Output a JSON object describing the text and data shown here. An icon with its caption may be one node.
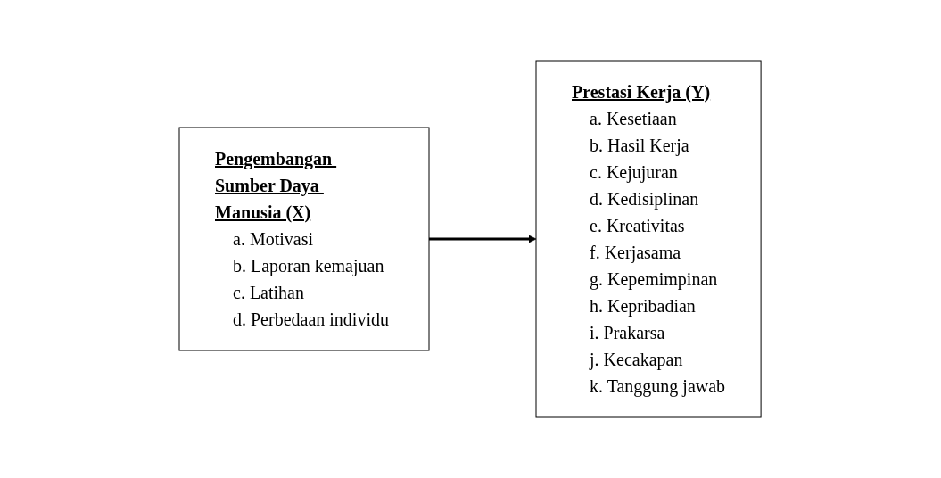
{
  "diagram": {
    "nodes": [
      {
        "text": [
          "Pengembangan Sumber Daya Manusia (X)",
          "a. Motivasi",
          "b. Laporan kemajuan",
          "c. Latihan",
          "d. Perbedaan individu"
        ]
      },
      {
        "text": [
          "Prestasi Kerja (Y)",
          "a. Kesetiaan",
          "b. Hasil Kerja",
          "c. Kejujuran",
          "d. Kedisiplinan",
          "e. Kreativitas",
          "f. Kerjasama",
          "g. Kepemimpinan",
          "h. Kepribadian",
          "i. Prakarsa",
          "j. Kecakapan",
          "k. Tanggung jawab"
        ]
      }
    ],
    "edges": [
      {
        "from": 0,
        "to": 1,
        "arrow": "to"
      }
    ]
  }
}
